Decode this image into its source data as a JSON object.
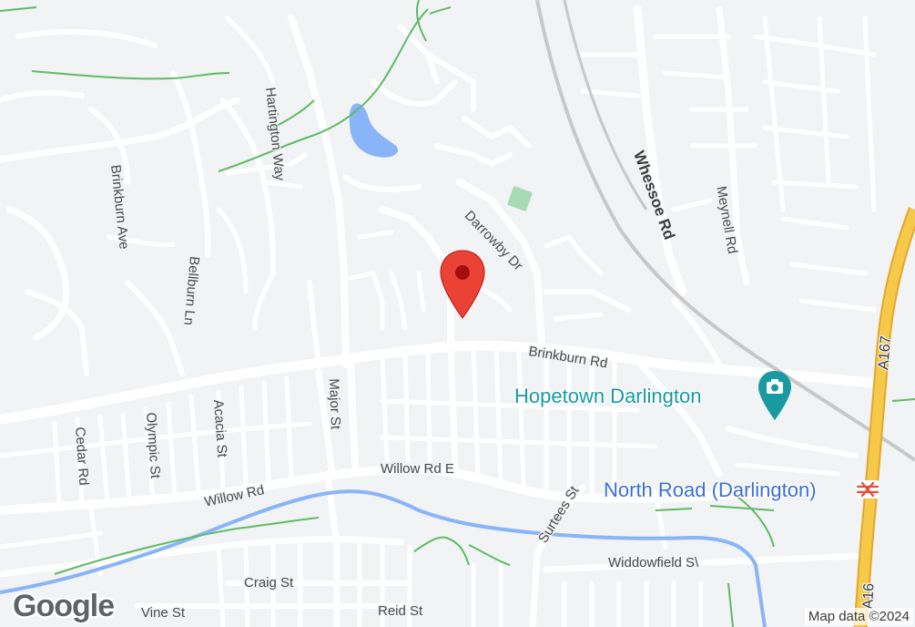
{
  "map": {
    "land_color": "#f1f3f4",
    "road_color": "#ffffff",
    "major_road_color": "#f7c94a",
    "water_color": "#8ab4f8",
    "path_color": "#5fbb66",
    "rail_color": "#c8c8c8"
  },
  "labels": {
    "hartington_way": "Hartington Way",
    "brinkburn_ave": "Brinkburn Ave",
    "bellburn_ln": "Bellburn Ln",
    "darrowby_dr": "Darrowby Dr",
    "whessoe_rd": "Whessoe Rd",
    "meynell_rd": "Meynell Rd",
    "a167_top": "A167",
    "a167_bottom": "A16",
    "brinkburn_rd": "Brinkburn Rd",
    "major_st": "Major St",
    "acacia_st": "Acacia St",
    "olympic_st": "Olympic St",
    "cedar_rd": "Cedar Rd",
    "willow_rd": "Willow Rd",
    "willow_rd_e": "Willow Rd E",
    "surtees_st": "Surtees St",
    "widdowfield_st": "Widdowfield S\\",
    "craig_st": "Craig St",
    "vine_st": "Vine St",
    "reid_st": "Reid St"
  },
  "poi": {
    "hopetown": {
      "name": "Hopetown Darlington",
      "color": "#1a9aa0",
      "icon": "camera-icon"
    },
    "station": {
      "name": "North Road (Darlington)",
      "color": "#3c6fd1",
      "icon": "train-icon"
    }
  },
  "marker": {
    "icon": "location-pin-icon",
    "color": "#ea4335"
  },
  "branding": {
    "logo": "Google",
    "attribution": "Map data ©2024"
  }
}
